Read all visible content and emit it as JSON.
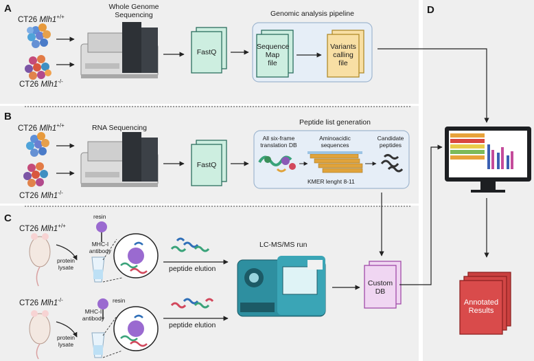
{
  "panels": {
    "A": {
      "letter": "A",
      "cell_top_prefix": "CT26 ",
      "cell_top_gene": "Mlh1",
      "cell_top_sup": "+/+",
      "cell_bottom_prefix": "CT26 ",
      "cell_bottom_gene": "Mlh1",
      "cell_bottom_sup": "-/-",
      "sequencer_label_1": "Whole Genome",
      "sequencer_label_2": "Sequencing",
      "fastq": "FastQ",
      "pipeline_title": "Genomic analysis pipeline",
      "seqmap_1": "Sequence",
      "seqmap_2": "Map",
      "seqmap_3": "file",
      "variants_1": "Variants",
      "variants_2": "calling",
      "variants_3": "file"
    },
    "B": {
      "letter": "B",
      "cell_top_prefix": "CT26 ",
      "cell_top_gene": "Mlh1",
      "cell_top_sup": "+/+",
      "cell_bottom_prefix": "CT26 ",
      "cell_bottom_gene": "Mlh1",
      "cell_bottom_sup": "-/-",
      "sequencer_label": "RNA Sequencing",
      "fastq": "FastQ",
      "peptide_title": "Peptide list generation",
      "db_1": "All six-frame",
      "db_2": "translation DB",
      "amino_1": "Aminoacidic",
      "amino_2": "sequences",
      "cand_1": "Candidate",
      "cand_2": "peptides",
      "kmer": "KMER lenght 8-11"
    },
    "C": {
      "letter": "C",
      "cell_top_prefix": "CT26 ",
      "cell_top_gene": "Mlh1",
      "cell_top_sup": "+/+",
      "cell_bottom_prefix": "CT26 ",
      "cell_bottom_gene": "Mlh1",
      "cell_bottom_sup": "-/-",
      "resin": "resin",
      "mhc_1": "MHC-I",
      "mhc_2": "antibody",
      "lysate_1": "protein",
      "lysate_2": "lysate",
      "elution": "peptide elution",
      "lcms": "LC-MS/MS run",
      "custom_1": "Custom",
      "custom_2": "DB"
    },
    "D": {
      "letter": "D",
      "annotated_1": "Annotated",
      "annotated_2": "Results"
    }
  },
  "colors": {
    "panel_bg": "#efefef",
    "doc_green": "#cdeee0",
    "doc_green_border": "#2b6e5e",
    "doc_yellow": "#f8dfa4",
    "doc_yellow_border": "#b08a2a",
    "pipeline_box": "#e6eef7",
    "custom_db": "#f0d6f2",
    "custom_db_border": "#a04aa8",
    "annotated": "#d94b4b",
    "annotated_border": "#8e2323"
  },
  "icons": [
    "cell-cluster-icon",
    "sequencer-icon",
    "monitor-icon",
    "mouse-icon",
    "tube-icon",
    "antibody-icon",
    "protein-icon",
    "mass-spectrometer-icon",
    "peptide-icon"
  ]
}
